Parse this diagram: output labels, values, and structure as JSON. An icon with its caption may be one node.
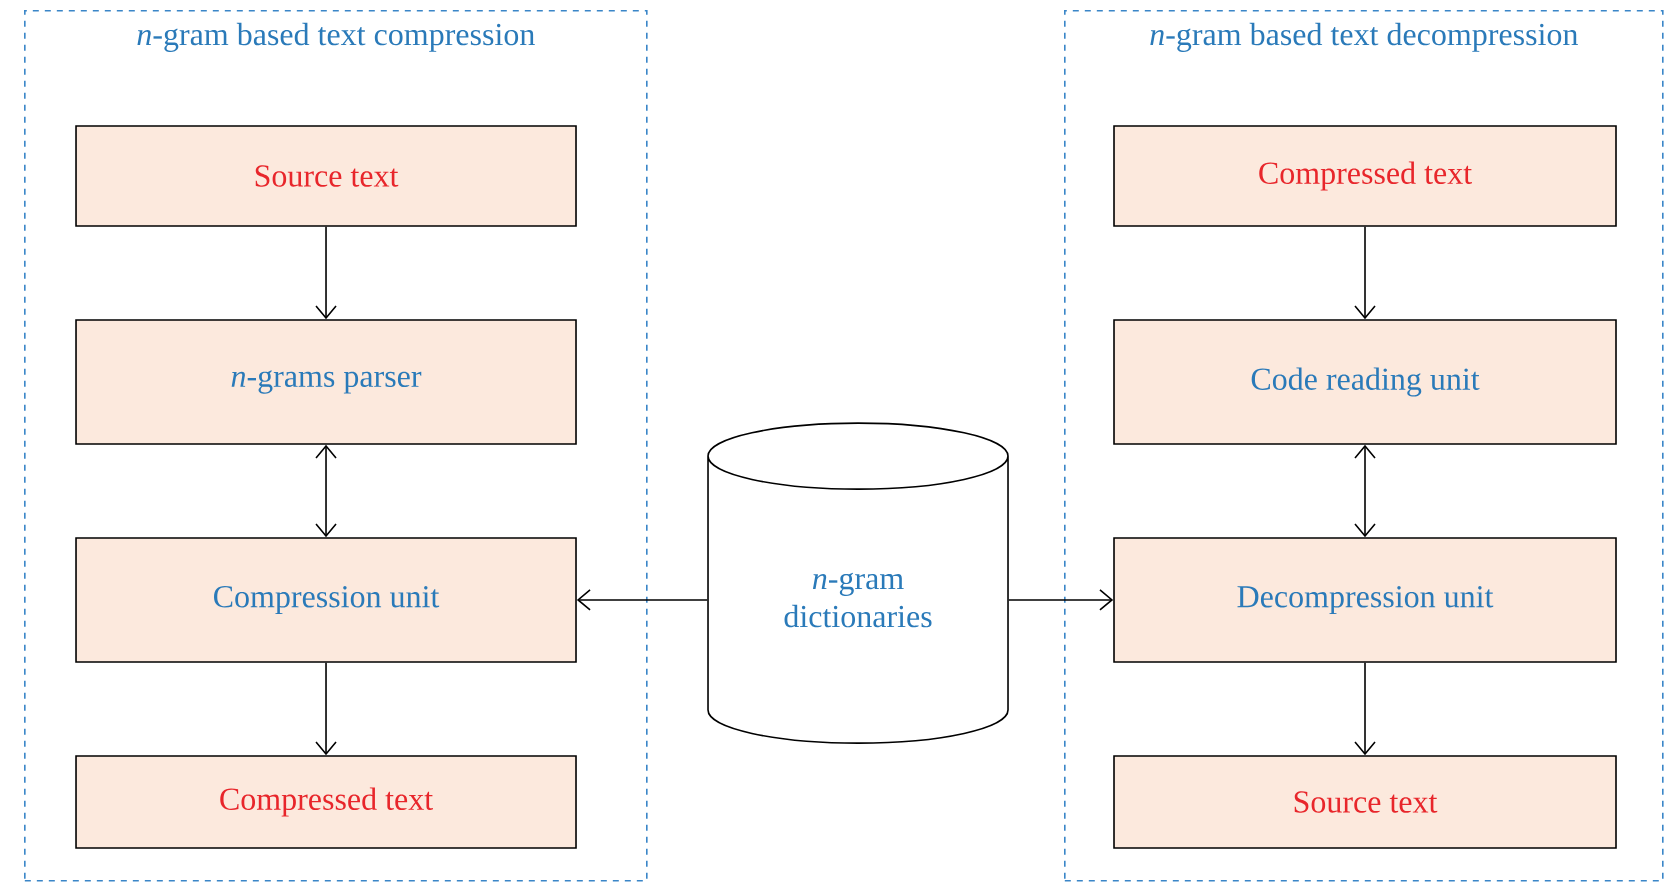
{
  "diagram": {
    "nodes": [
      {
        "text": [
          "*n*-gram based text compression"
        ]
      },
      {
        "text": [
          "Source text"
        ],
        "in": 0
      },
      {
        "text": [
          "*n*-grams parser"
        ],
        "in": 0
      },
      {
        "text": [
          "Compression unit"
        ],
        "in": 0
      },
      {
        "text": [
          "Compressed text"
        ],
        "in": 0
      },
      {
        "text": [
          "*n*-gram dictionaries"
        ]
      },
      {
        "text": [
          "*n*-gram based text decompression"
        ]
      },
      {
        "text": [
          "Compressed text"
        ],
        "in": 6
      },
      {
        "text": [
          "Code reading unit"
        ],
        "in": 6
      },
      {
        "text": [
          "Decompression unit"
        ],
        "in": 6
      },
      {
        "text": [
          "Source text"
        ],
        "in": 6
      }
    ],
    "edges": [
      {
        "from": 1,
        "to": 2,
        "arrow": "to"
      },
      {
        "from": 2,
        "to": 3,
        "arrow": "both"
      },
      {
        "from": 3,
        "to": 4,
        "arrow": "to"
      },
      {
        "from": 5,
        "to": 3,
        "arrow": "to"
      },
      {
        "from": 5,
        "to": 9,
        "arrow": "to"
      },
      {
        "from": 7,
        "to": 8,
        "arrow": "to"
      },
      {
        "from": 8,
        "to": 9,
        "arrow": "both"
      },
      {
        "from": 9,
        "to": 10,
        "arrow": "to"
      }
    ]
  }
}
